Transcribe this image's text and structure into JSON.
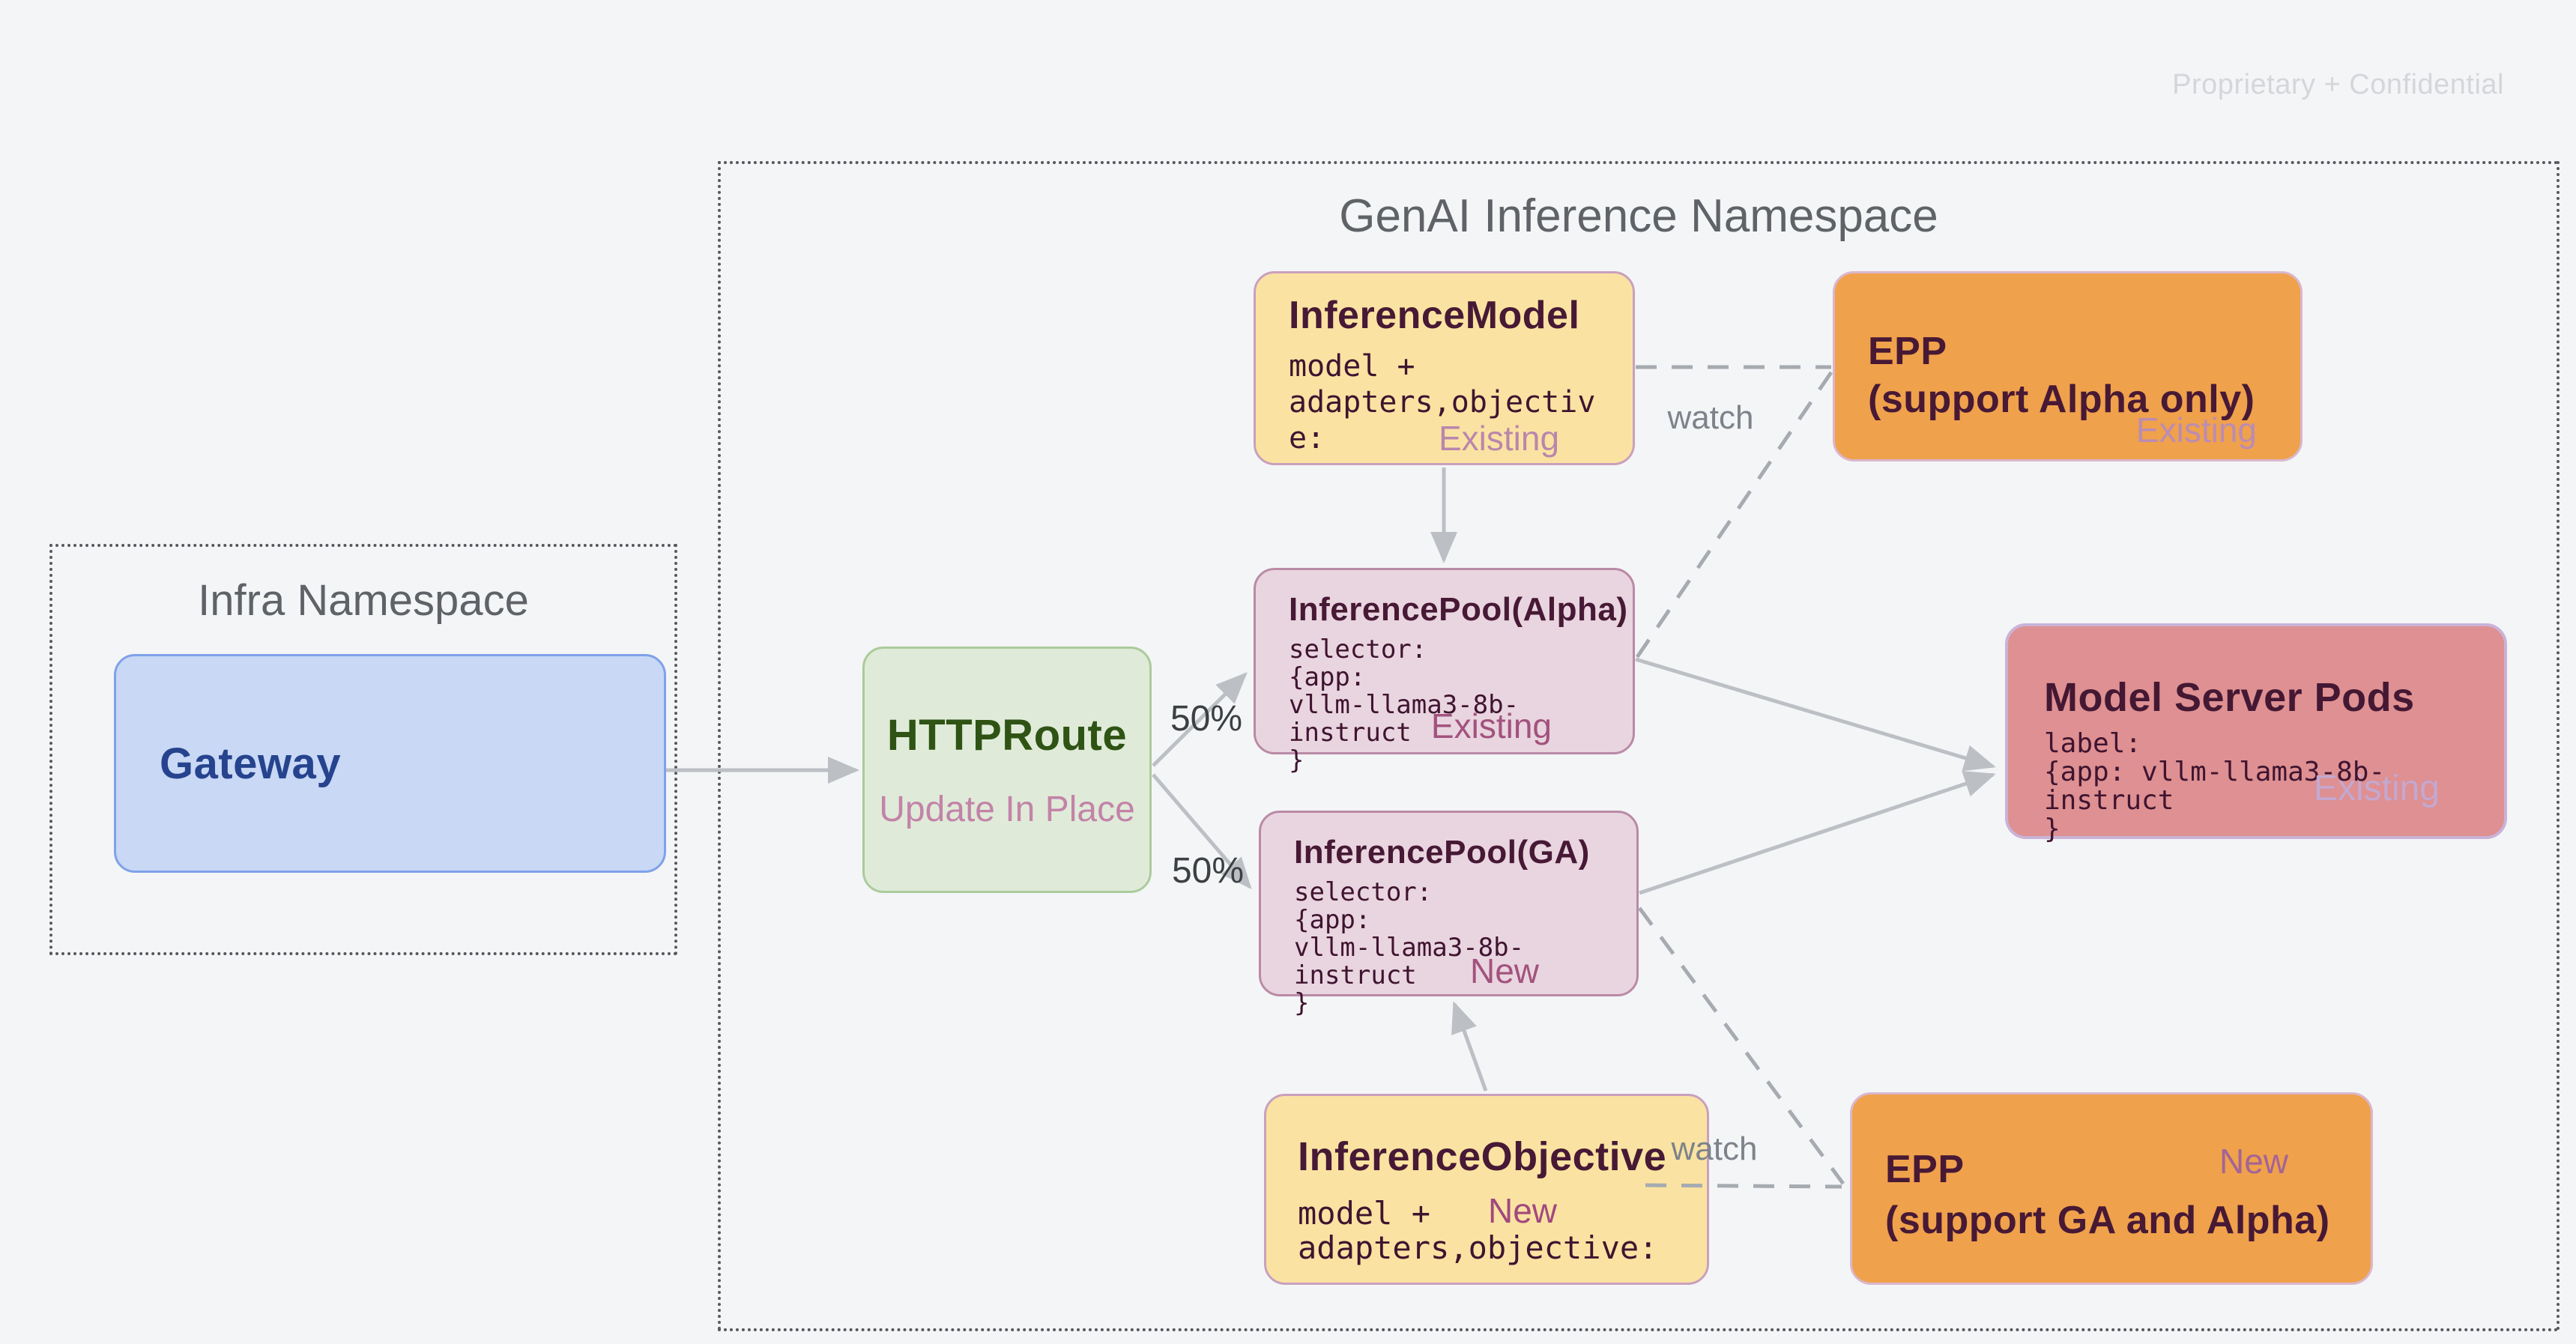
{
  "page": {
    "watermark": "Proprietary + Confidential"
  },
  "namespaces": {
    "infra": {
      "title": "Infra Namespace"
    },
    "genai": {
      "title": "GenAI Inference Namespace"
    }
  },
  "nodes": {
    "gateway": {
      "title": "Gateway"
    },
    "httproute": {
      "title": "HTTPRoute",
      "subtitle": "Update In Place"
    },
    "inference_model": {
      "title": "InferenceModel",
      "body_lines": [
        "model +",
        "adapters,objectiv",
        "e:"
      ],
      "status": "Existing"
    },
    "epp_alpha": {
      "title_line1": "EPP",
      "title_line2": "(support Alpha only)",
      "status": "Existing"
    },
    "pool_alpha": {
      "title": "InferencePool(Alpha)",
      "body_lines": [
        "selector:",
        "{app:",
        "vllm-llama3-8b-instruct",
        "}"
      ],
      "status": "Existing"
    },
    "pool_ga": {
      "title": "InferencePool(GA)",
      "body_lines": [
        "selector:",
        "{app:",
        "vllm-llama3-8b-instruct",
        "}"
      ],
      "status": "New"
    },
    "model_server_pods": {
      "title": "Model Server Pods",
      "body_lines": [
        "label:",
        "{app: vllm-llama3-8b-instruct",
        "}"
      ],
      "status": "Existing"
    },
    "inference_objective": {
      "title": "InferenceObjective",
      "body_line1": "model +",
      "body_line2": "adapters,objective:",
      "status": "New"
    },
    "epp_ga": {
      "title_line1": "EPP",
      "title_line2": "(support GA and Alpha)",
      "status": "New"
    }
  },
  "edges": {
    "split_top": "50%",
    "split_bottom": "50%",
    "watch_top": "watch",
    "watch_bottom": "watch"
  },
  "colors": {
    "background": "#F4F5F7",
    "gateway_fill": "#C8D8F5",
    "gateway_border": "#7FA1E9",
    "gateway_text": "#26438E",
    "httproute_fill": "#DFEBD8",
    "httproute_border": "#ABCB9C",
    "httproute_text": "#2F5314",
    "yellow_fill": "#FAE3A2",
    "orange_fill": "#F0A14B",
    "pool_fill": "#E9D5DF",
    "pods_fill": "#DE9092",
    "node_title_text": "#471935",
    "status_pink": "#A2527E",
    "status_mauve": "#BA86AC",
    "status_lavender": "#C4A8D0",
    "update_in_place_text": "#C383A9",
    "arrow_gray": "#BCC0C5",
    "dashed_gray": "#A6ABB1",
    "namespace_text": "#5F6368",
    "watermark_text": "#D4D6DA"
  }
}
